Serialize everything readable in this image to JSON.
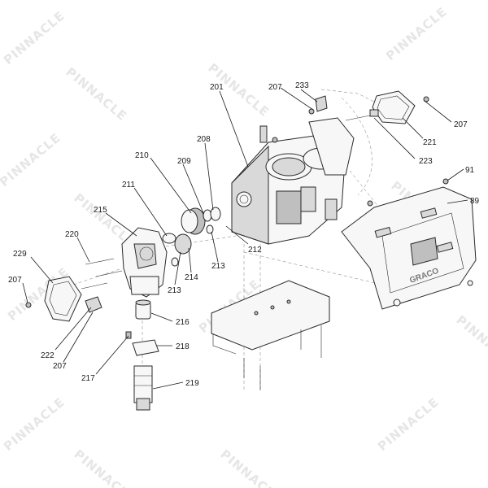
{
  "watermark": {
    "text": "PINNACLE",
    "color": "#e6e6e6"
  },
  "brand": {
    "logo_text": "GRACO"
  },
  "callouts": {
    "c201": "201",
    "c207a": "207",
    "c233": "233",
    "c207b": "207",
    "c221": "221",
    "c223": "223",
    "c91": "91",
    "c89": "89",
    "c208": "208",
    "c210": "210",
    "c209": "209",
    "c211": "211",
    "c215": "215",
    "c220": "220",
    "c229": "229",
    "c207c": "207",
    "c212": "212",
    "c213a": "213",
    "c213b": "213",
    "c214": "214",
    "c216": "216",
    "c218": "218",
    "c222": "222",
    "c207d": "207",
    "c217": "217",
    "c219": "219"
  }
}
